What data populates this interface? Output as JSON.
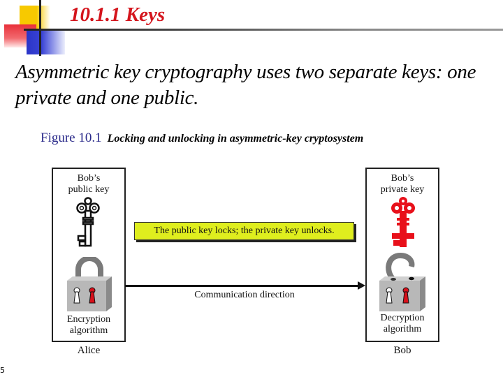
{
  "slide": {
    "title": "10.1.1  Keys",
    "body": "Asymmetric key cryptography uses two separate keys: one private and one public.",
    "page_number": "5"
  },
  "figure": {
    "number": "Figure 10.1",
    "title": "Locking and unlocking in asymmetric-key cryptosystem",
    "note": "The public key locks; the private key unlocks.",
    "arrow_label": "Communication direction",
    "sender": {
      "name": "Alice",
      "key_label_line1": "Bob’s",
      "key_label_line2": "public key",
      "key_icon": "key-icon",
      "key_color": "#ffffff",
      "lock_icon": "closed-padlock-icon",
      "algorithm_line1": "Encryption",
      "algorithm_line2": "algorithm"
    },
    "receiver": {
      "name": "Bob",
      "key_label_line1": "Bob’s",
      "key_label_line2": "private key",
      "key_icon": "key-icon",
      "key_color": "#e8101a",
      "lock_icon": "open-padlock-icon",
      "algorithm_line1": "Decryption",
      "algorithm_line2": "algorithm"
    },
    "colors": {
      "note_bg": "#dfee1e",
      "keyhole_red": "#d8101a",
      "lock_body": "#b8b8b8",
      "shackle": "#7a7a7a"
    }
  }
}
